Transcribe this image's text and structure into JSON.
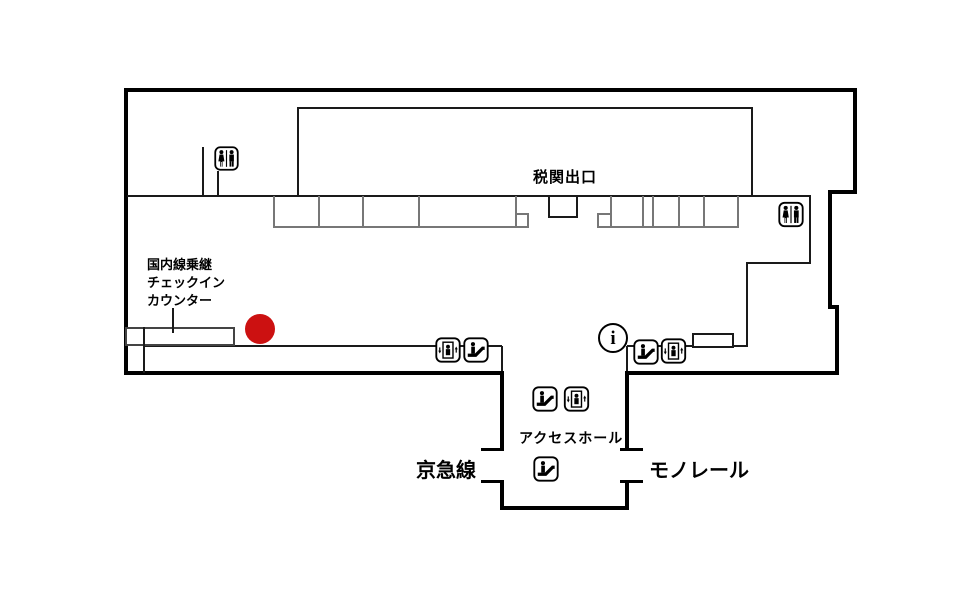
{
  "map": {
    "labels": {
      "customs_exit": "税関出口",
      "transfer_counter": [
        "国内線乗継",
        "チェックイン",
        "カウンター"
      ],
      "access_hall": "アクセスホール",
      "keikyu_line": "京急線",
      "monorail": "モノレール",
      "info_symbol": "i"
    },
    "colors": {
      "wall": "#000000",
      "interior_line": "#1a1a1a",
      "counter_line": "#777777",
      "marker": "#cc1111",
      "background": "#ffffff"
    },
    "icons": {
      "restroom": "restroom-icon",
      "elevator": "elevator-icon",
      "escalator": "escalator-icon",
      "information": "information-icon",
      "location_marker": "current-location-marker"
    }
  }
}
